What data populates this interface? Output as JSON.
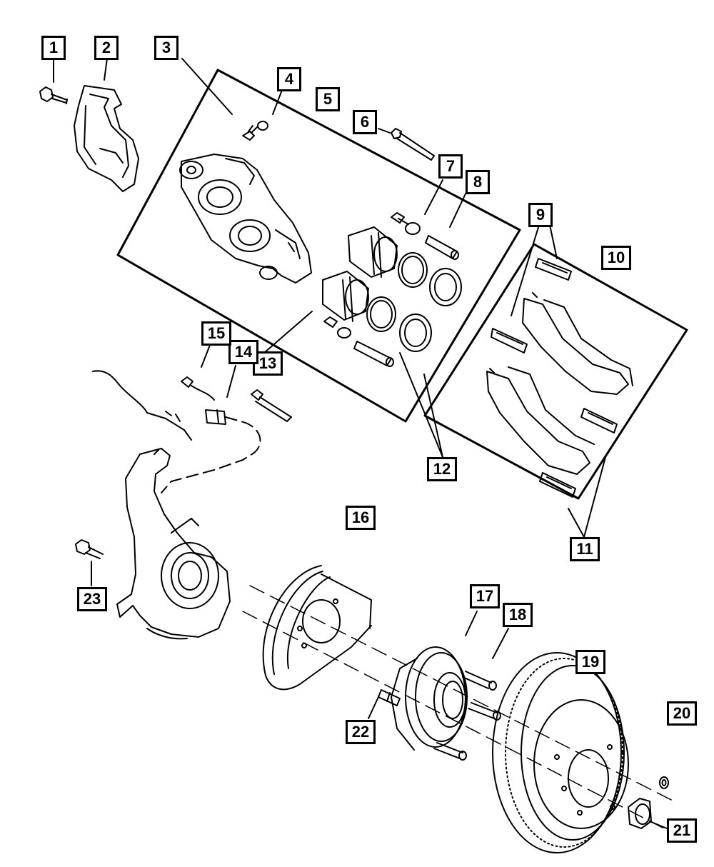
{
  "callouts": [
    {
      "id": "c1",
      "text": "1"
    },
    {
      "id": "c2",
      "text": "2"
    },
    {
      "id": "c3",
      "text": "3"
    },
    {
      "id": "c4",
      "text": "4"
    },
    {
      "id": "c5",
      "text": "5"
    },
    {
      "id": "c6",
      "text": "6"
    },
    {
      "id": "c7",
      "text": "7"
    },
    {
      "id": "c8",
      "text": "8"
    },
    {
      "id": "c9",
      "text": "9"
    },
    {
      "id": "c10",
      "text": "10"
    },
    {
      "id": "c11",
      "text": "11"
    },
    {
      "id": "c12",
      "text": "12"
    },
    {
      "id": "c13",
      "text": "13"
    },
    {
      "id": "c14",
      "text": "14"
    },
    {
      "id": "c15",
      "text": "15"
    },
    {
      "id": "c16",
      "text": "16"
    },
    {
      "id": "c17",
      "text": "17"
    },
    {
      "id": "c18",
      "text": "18"
    },
    {
      "id": "c19",
      "text": "19"
    },
    {
      "id": "c20",
      "text": "20"
    },
    {
      "id": "c21",
      "text": "21"
    },
    {
      "id": "c22",
      "text": "22"
    },
    {
      "id": "c23",
      "text": "23"
    }
  ],
  "colors": {
    "line": "#000000",
    "background": "#ffffff"
  }
}
